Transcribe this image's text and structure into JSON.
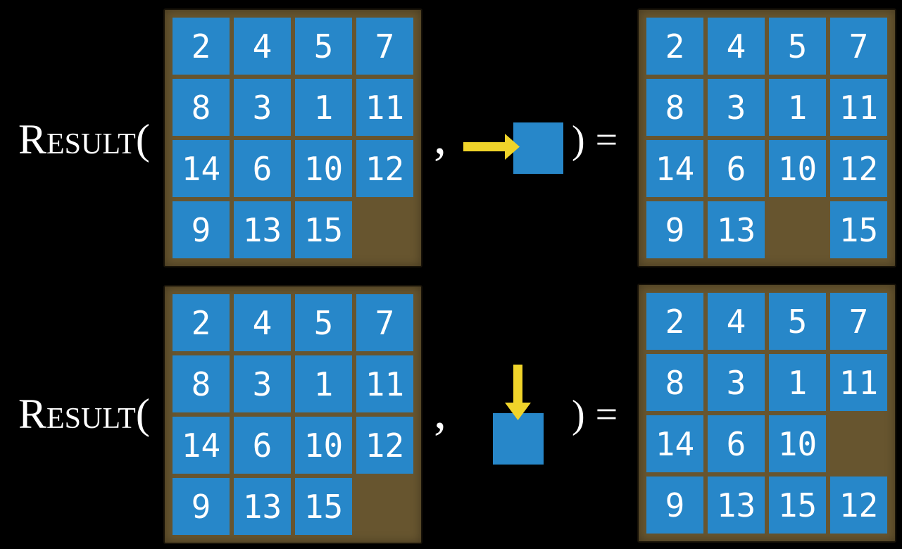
{
  "expression": {
    "function_name": "Result(",
    "comma": ",",
    "close_paren": ")",
    "equals": "="
  },
  "examples": [
    {
      "action": {
        "icon": "right-arrow-into-blank-icon",
        "direction": "right"
      },
      "input_grid": [
        [
          2,
          4,
          5,
          7
        ],
        [
          8,
          3,
          1,
          11
        ],
        [
          14,
          6,
          10,
          12
        ],
        [
          9,
          13,
          15,
          null
        ]
      ],
      "output_grid": [
        [
          2,
          4,
          5,
          7
        ],
        [
          8,
          3,
          1,
          11
        ],
        [
          14,
          6,
          10,
          12
        ],
        [
          9,
          13,
          null,
          15
        ]
      ]
    },
    {
      "action": {
        "icon": "down-arrow-into-blank-icon",
        "direction": "down"
      },
      "input_grid": [
        [
          2,
          4,
          5,
          7
        ],
        [
          8,
          3,
          1,
          11
        ],
        [
          14,
          6,
          10,
          12
        ],
        [
          9,
          13,
          15,
          null
        ]
      ],
      "output_grid": [
        [
          2,
          4,
          5,
          7
        ],
        [
          8,
          3,
          1,
          11
        ],
        [
          14,
          6,
          10,
          null
        ],
        [
          9,
          13,
          15,
          12
        ]
      ]
    }
  ],
  "colors": {
    "background": "#000000",
    "tile_blue": "#2787c9",
    "frame_brown": "#67552f",
    "frame_outline": "#171208",
    "arrow_yellow": "#f0d42a",
    "number_text": "#ffffff"
  }
}
